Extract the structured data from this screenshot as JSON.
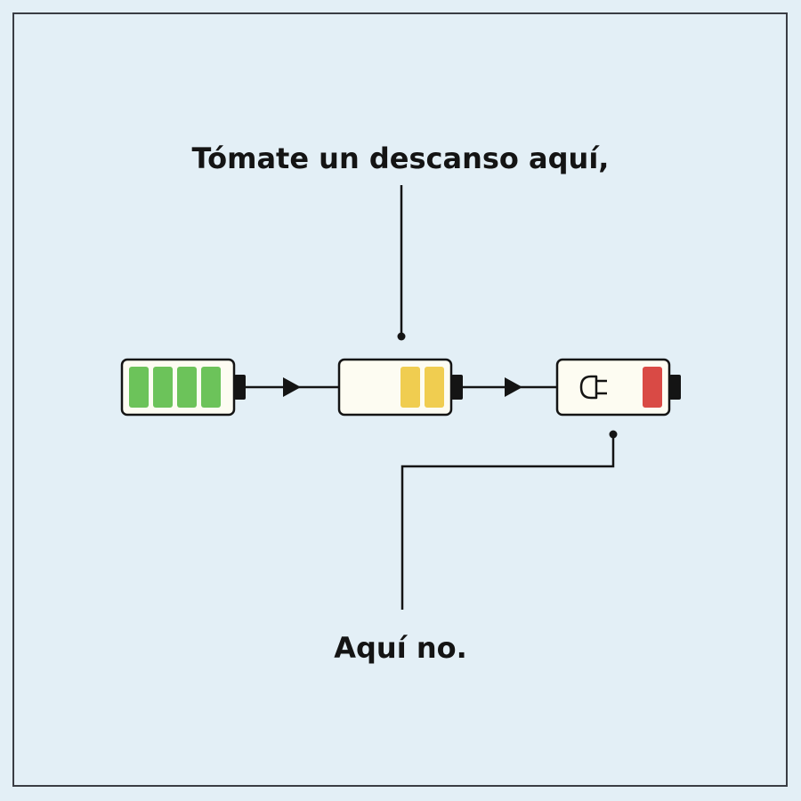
{
  "labels": {
    "top": "Tómate un descanso aquí,",
    "bottom": "Aquí no."
  },
  "batteries": [
    {
      "name": "full",
      "level_bars": 4,
      "capacity_bars": 4,
      "fill_color": "#6cc35a"
    },
    {
      "name": "half",
      "level_bars": 2,
      "capacity_bars": 4,
      "fill_color": "#f0cd50"
    },
    {
      "name": "low",
      "level_bars": 1,
      "capacity_bars": 4,
      "fill_color": "#d94a45",
      "charging": true
    }
  ],
  "colors": {
    "background": "#e3eff6",
    "battery_body": "#fdfcf2",
    "outline": "#141414"
  },
  "icons": [
    "plug-icon",
    "arrow-right-icon"
  ]
}
